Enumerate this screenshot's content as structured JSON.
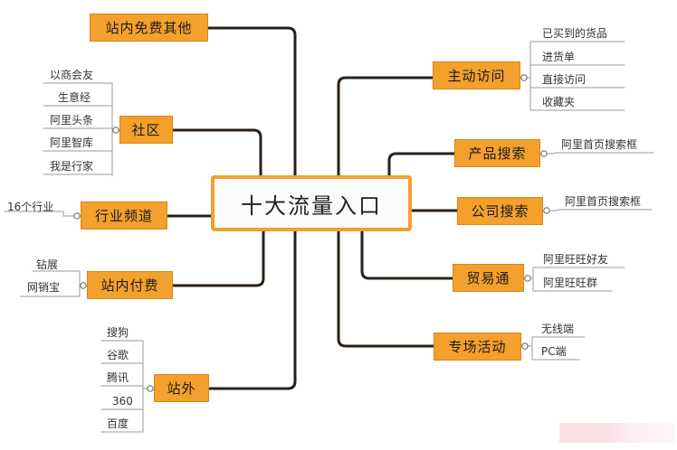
{
  "center": {
    "label": "十大流量入口"
  },
  "branches": {
    "zhanneimianfei": {
      "label": "站内免费其他",
      "leaves": []
    },
    "shequ": {
      "label": "社区",
      "leaves": [
        "以商会友",
        "生意经",
        "阿里头条",
        "阿里智库",
        "我是行家"
      ]
    },
    "hangyepindao": {
      "label": "行业频道",
      "leaves": [
        "16个行业"
      ]
    },
    "zhanneifufei": {
      "label": "站内付费",
      "leaves": [
        "钻展",
        "网销宝"
      ]
    },
    "zhanwai": {
      "label": "站外",
      "leaves": [
        "搜狗",
        "谷歌",
        "腾讯",
        "360",
        "百度"
      ]
    },
    "zhudongfangwen": {
      "label": "主动访问",
      "leaves": [
        "已买到的货品",
        "进货单",
        "直接访问",
        "收藏夹"
      ]
    },
    "chanpinsousuo": {
      "label": "产品搜索",
      "leaves": [
        "阿里首页搜索框"
      ]
    },
    "gongsisousuo": {
      "label": "公司搜索",
      "leaves": [
        "阿里首页搜索框"
      ]
    },
    "maoyitong": {
      "label": "贸易通",
      "leaves": [
        "阿里旺旺好友",
        "阿里旺旺群"
      ]
    },
    "zhuanchanghuodong": {
      "label": "专场活动",
      "leaves": [
        "无线端",
        "PC端"
      ]
    }
  },
  "colors": {
    "node_fill": "#f3a02c",
    "trunk": "#2a2018",
    "leaf_line": "#9a9a9a"
  }
}
